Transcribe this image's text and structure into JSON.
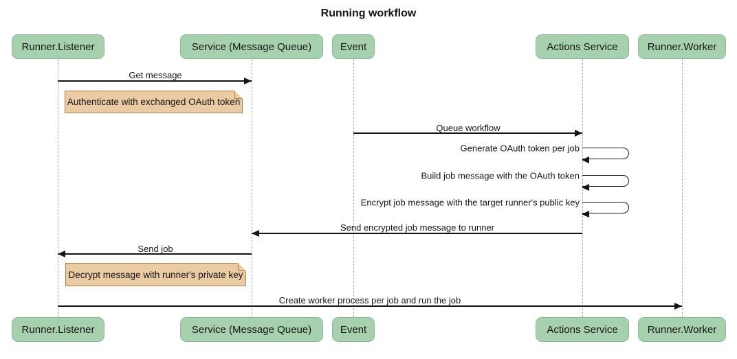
{
  "title": "Running workflow",
  "participants": [
    {
      "label": "Runner.Listener"
    },
    {
      "label": "Service (Message Queue)"
    },
    {
      "label": "Event"
    },
    {
      "label": "Actions Service"
    },
    {
      "label": "Runner.Worker"
    }
  ],
  "messages": [
    {
      "type": "arrow",
      "from": "Runner.Listener",
      "to": "Service (Message Queue)",
      "label": "Get message"
    },
    {
      "type": "note",
      "over": "Runner.Listener",
      "label": "Authenticate with exchanged OAuth token"
    },
    {
      "type": "arrow",
      "from": "Event",
      "to": "Actions Service",
      "label": "Queue workflow"
    },
    {
      "type": "self",
      "on": "Actions Service",
      "label": "Generate OAuth token per job"
    },
    {
      "type": "self",
      "on": "Actions Service",
      "label": "Build job message with the OAuth token"
    },
    {
      "type": "self",
      "on": "Actions Service",
      "label": "Encrypt job message with the target runner's public key"
    },
    {
      "type": "arrow",
      "from": "Actions Service",
      "to": "Service (Message Queue)",
      "label": "Send encrypted job message to runner"
    },
    {
      "type": "arrow",
      "from": "Service (Message Queue)",
      "to": "Runner.Listener",
      "label": "Send job"
    },
    {
      "type": "note",
      "over": "Runner.Listener",
      "label": "Decrypt message with runner's private key"
    },
    {
      "type": "arrow",
      "from": "Runner.Listener",
      "to": "Runner.Worker",
      "label": "Create worker process per job and run the job"
    }
  ],
  "colors": {
    "actor_fill": "#a7d1ae",
    "actor_border": "#8cb897",
    "note_fill": "#eacba3",
    "note_border": "#a9824d",
    "lifeline": "#a9a9a9",
    "line": "#141414",
    "text": "#141414",
    "background": "#ffffff"
  }
}
